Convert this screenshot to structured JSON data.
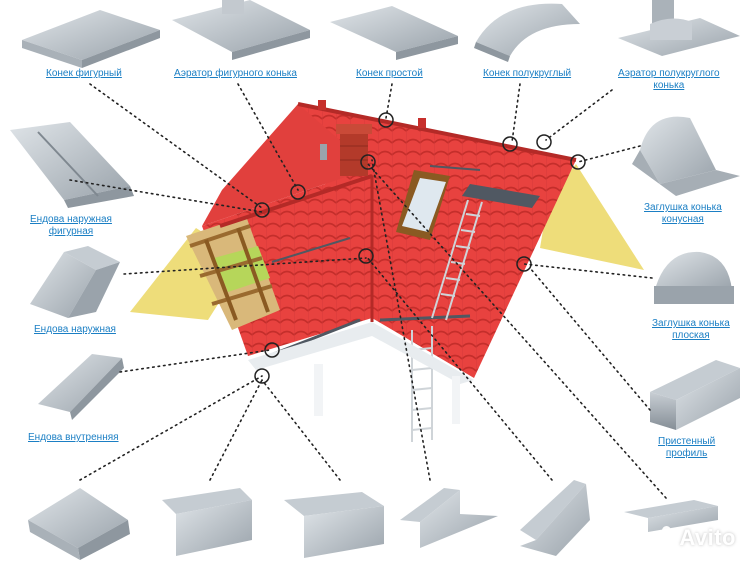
{
  "labels": {
    "ridge_figured": "Конек фигурный",
    "aerator_figured": "Аэратор фигурного конька",
    "ridge_simple": "Конек простой",
    "ridge_semicircular": "Конек полукруглый",
    "aerator_semicircular_1": "Аэратор полукруглого",
    "aerator_semicircular_2": "конька",
    "valley_outer_figured_1": "Ендова наружная",
    "valley_outer_figured_2": "фигурная",
    "valley_outer": "Ендова наружная",
    "valley_inner": "Ендова внутренняя",
    "cap_conical_1": "Заглушка конька",
    "cap_conical_2": "конусная",
    "cap_flat_1": "Заглушка конька",
    "cap_flat_2": "плоская",
    "wall_profile_1": "Пристенный",
    "wall_profile_2": "профиль"
  },
  "watermark": "Avito",
  "colors": {
    "label": "#1b7fc4",
    "roof": "#e8423f",
    "roof_dark": "#c72f2c",
    "gable": "#eedd7a",
    "metal": "#b9c1c8",
    "metal_dark": "#8e979f",
    "marker": "#d93030"
  }
}
